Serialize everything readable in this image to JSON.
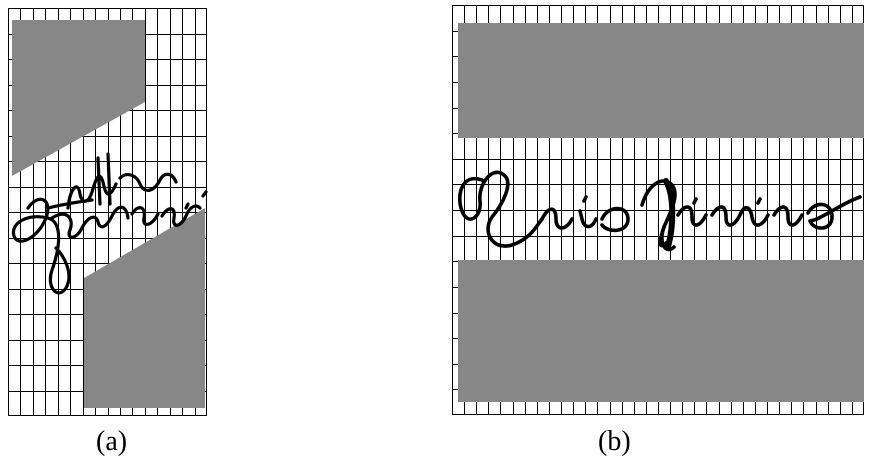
{
  "figure": {
    "panels": [
      {
        "id": "a",
        "caption": "(a)",
        "block_color": "#878787",
        "grid_color": "#000000"
      },
      {
        "id": "b",
        "caption": "(b)",
        "block_color": "#878787",
        "grid_color": "#000000"
      }
    ]
  }
}
